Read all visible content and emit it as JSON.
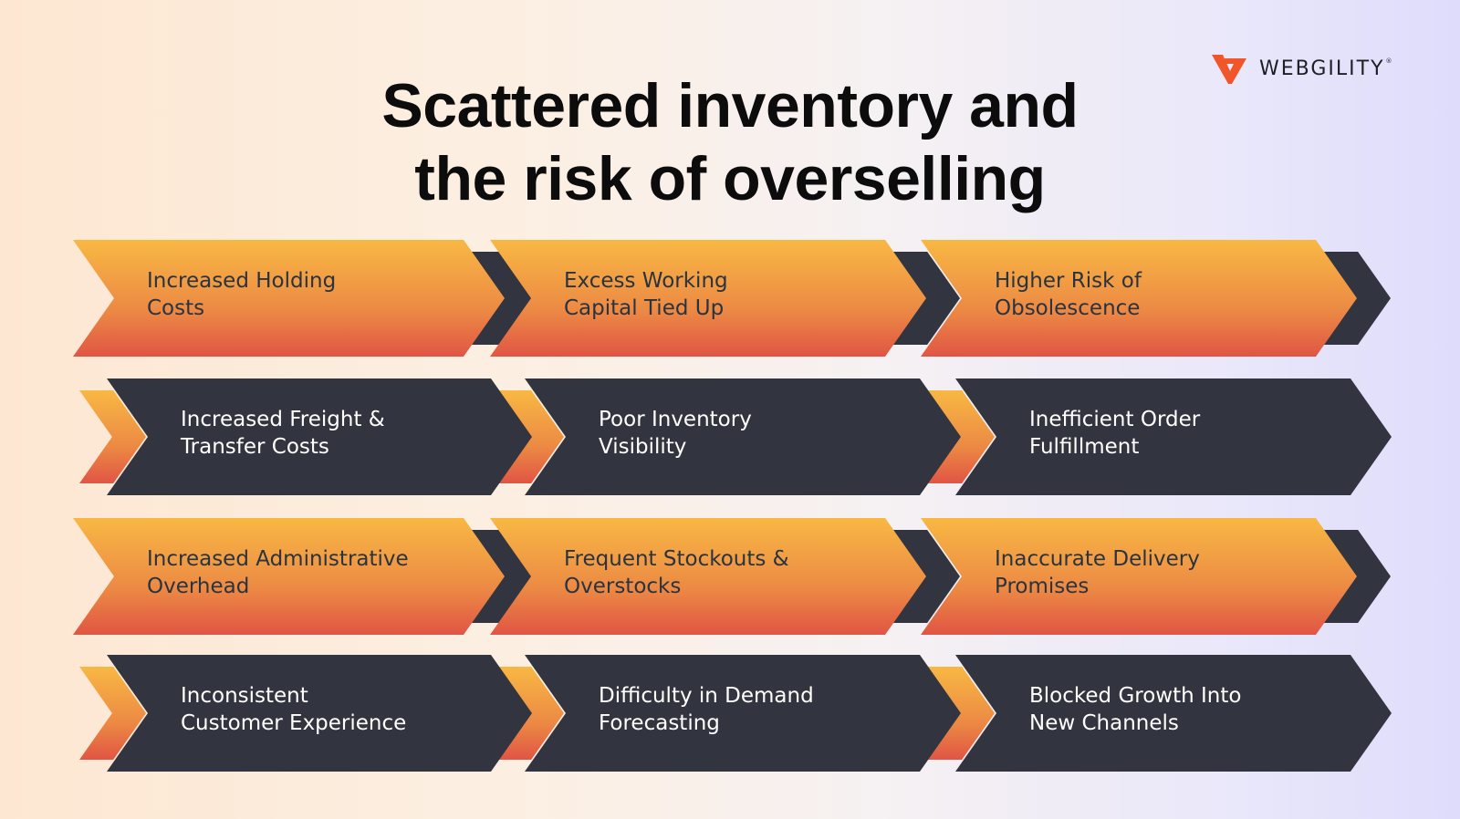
{
  "brand": {
    "name": "WEBGILITY",
    "registered": "®",
    "accent": "#f0562a"
  },
  "title": {
    "line1": "Scattered inventory and",
    "line2": "the risk of overselling"
  },
  "colors": {
    "orange_top": "#f8b843",
    "orange_bottom": "#e05544",
    "dark": "#32353f",
    "text_dark": "#2a3340",
    "text_light": "#ffffff"
  },
  "rows": [
    {
      "style": "orange",
      "items": [
        {
          "label": "Increased Holding\nCosts"
        },
        {
          "label": "Excess Working\nCapital Tied Up"
        },
        {
          "label": "Higher Risk of\nObsolescence"
        }
      ]
    },
    {
      "style": "dark",
      "items": [
        {
          "label": "Increased Freight &\nTransfer Costs"
        },
        {
          "label": "Poor Inventory\nVisibility"
        },
        {
          "label": "Inefficient Order\nFulfillment"
        }
      ]
    },
    {
      "style": "orange",
      "items": [
        {
          "label": "Increased Administrative\nOverhead"
        },
        {
          "label": "Frequent Stockouts &\nOverstocks"
        },
        {
          "label": "Inaccurate Delivery\nPromises"
        }
      ]
    },
    {
      "style": "dark",
      "items": [
        {
          "label": "Inconsistent\nCustomer Experience"
        },
        {
          "label": "Difficulty in Demand\nForecasting"
        },
        {
          "label": "Blocked Growth Into\nNew Channels"
        }
      ]
    }
  ]
}
